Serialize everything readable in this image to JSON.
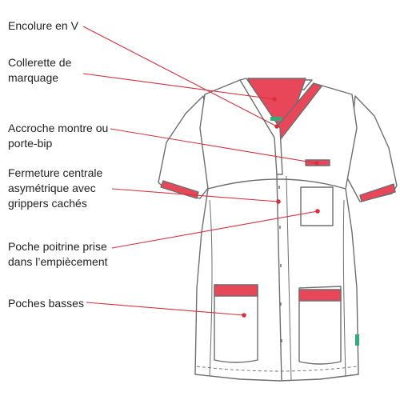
{
  "colors": {
    "accent": "#e8475a",
    "outline": "#6e6e6e",
    "fill": "#ffffff",
    "tag": "#2fae7a",
    "leader": "#d9303f"
  },
  "callouts": [
    {
      "id": "v-neck",
      "text": "Encolure en V"
    },
    {
      "id": "collar-trim",
      "text": "Collerette de\nmarquage"
    },
    {
      "id": "watch-loop",
      "text": "Accroche montre ou\nporte-bip"
    },
    {
      "id": "front-closure",
      "text": "Fermeture centrale\nasymétrique avec\ngrippers cachés"
    },
    {
      "id": "chest-pocket",
      "text": "Poche poitrine prise\ndans l’empiècement"
    },
    {
      "id": "lower-pockets",
      "text": "Poches basses"
    }
  ],
  "icons": {
    "garment": "tunic-illustration-icon",
    "brand_tag": "brand-tag-icon"
  }
}
